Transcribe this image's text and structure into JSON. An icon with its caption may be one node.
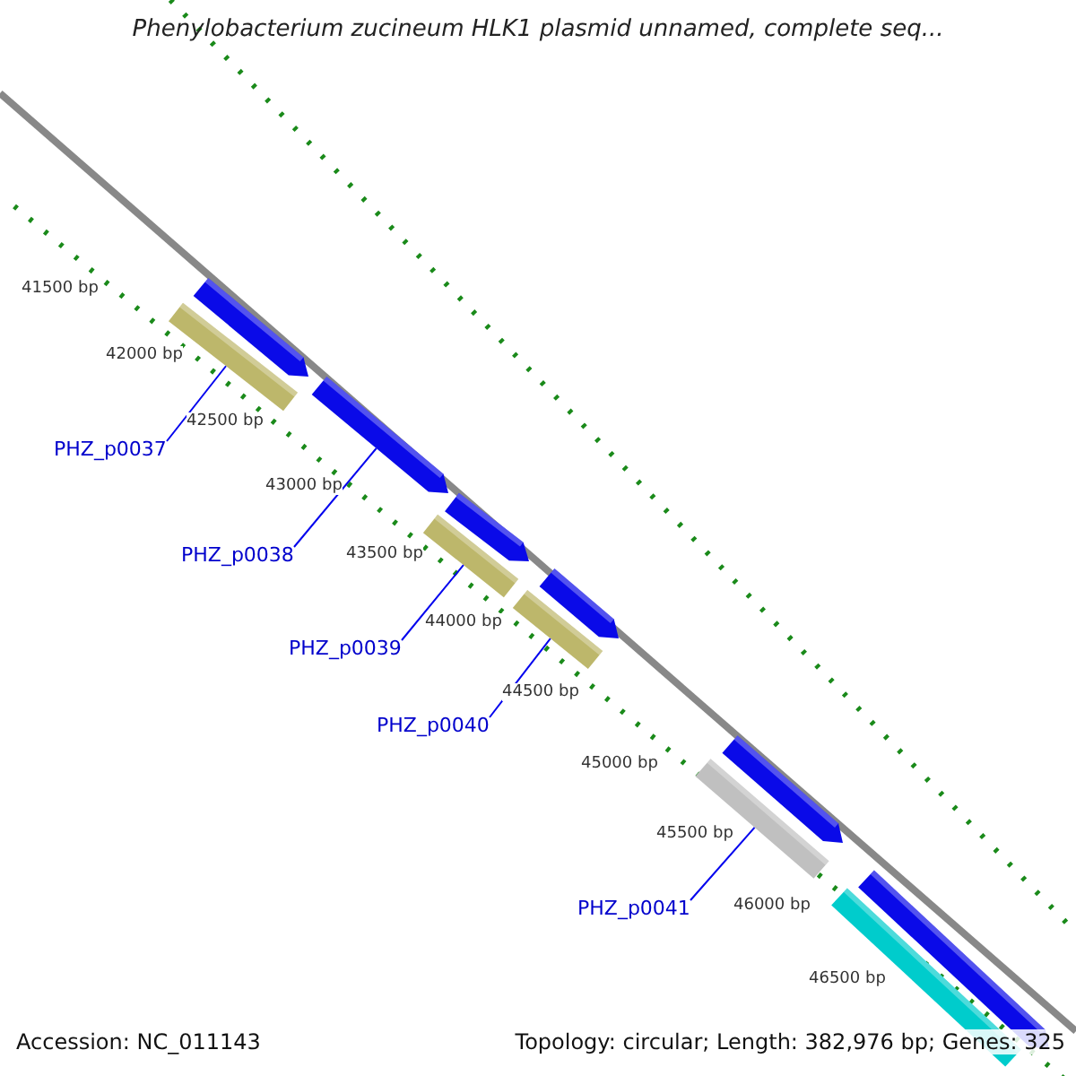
{
  "diagram": {
    "title": "Phenylobacterium zucineum HLK1 plasmid unnamed, complete seq...",
    "nodes": [
      {
        "text": [],
        "shape": "bar"
      },
      {
        "text": [],
        "shape": "bar"
      },
      {
        "text": [],
        "shape": "bar"
      },
      {
        "text": [],
        "shape": "bar"
      },
      {
        "text": [],
        "shape": "bar"
      },
      {
        "text": [],
        "shape": "bar"
      },
      {
        "text": [],
        "shape": "bar"
      },
      {
        "text": [],
        "shape": "bar"
      },
      {
        "text": [],
        "shape": "bar"
      },
      {
        "text": [],
        "shape": "bar"
      },
      {
        "text": [],
        "shape": "bar"
      },
      {
        "text": [
          "PHZ_p0037"
        ]
      },
      {
        "text": [
          "PHZ_p0038"
        ]
      },
      {
        "text": [
          "PHZ_p0039"
        ]
      },
      {
        "text": [
          "PHZ_p0040"
        ]
      },
      {
        "text": [
          "PHZ_p0041"
        ]
      }
    ],
    "edges": [
      {
        "from": 11,
        "to": 1,
        "arrow": "none"
      },
      {
        "from": 12,
        "to": 2,
        "arrow": "none"
      },
      {
        "from": 13,
        "to": 3,
        "arrow": "none"
      },
      {
        "from": 14,
        "to": 5,
        "arrow": "none"
      },
      {
        "from": 15,
        "to": 7,
        "arrow": "none"
      }
    ],
    "labels": [
      "41500 bp",
      "42000 bp",
      "42500 bp",
      "43000 bp",
      "43500 bp",
      "44000 bp",
      "44500 bp",
      "45000 bp",
      "45500 bp",
      "46000 bp",
      "46500 bp",
      "Accession: NC_011143",
      "Topology: circular; Length: 382,976 bp; Genes: 325"
    ]
  }
}
